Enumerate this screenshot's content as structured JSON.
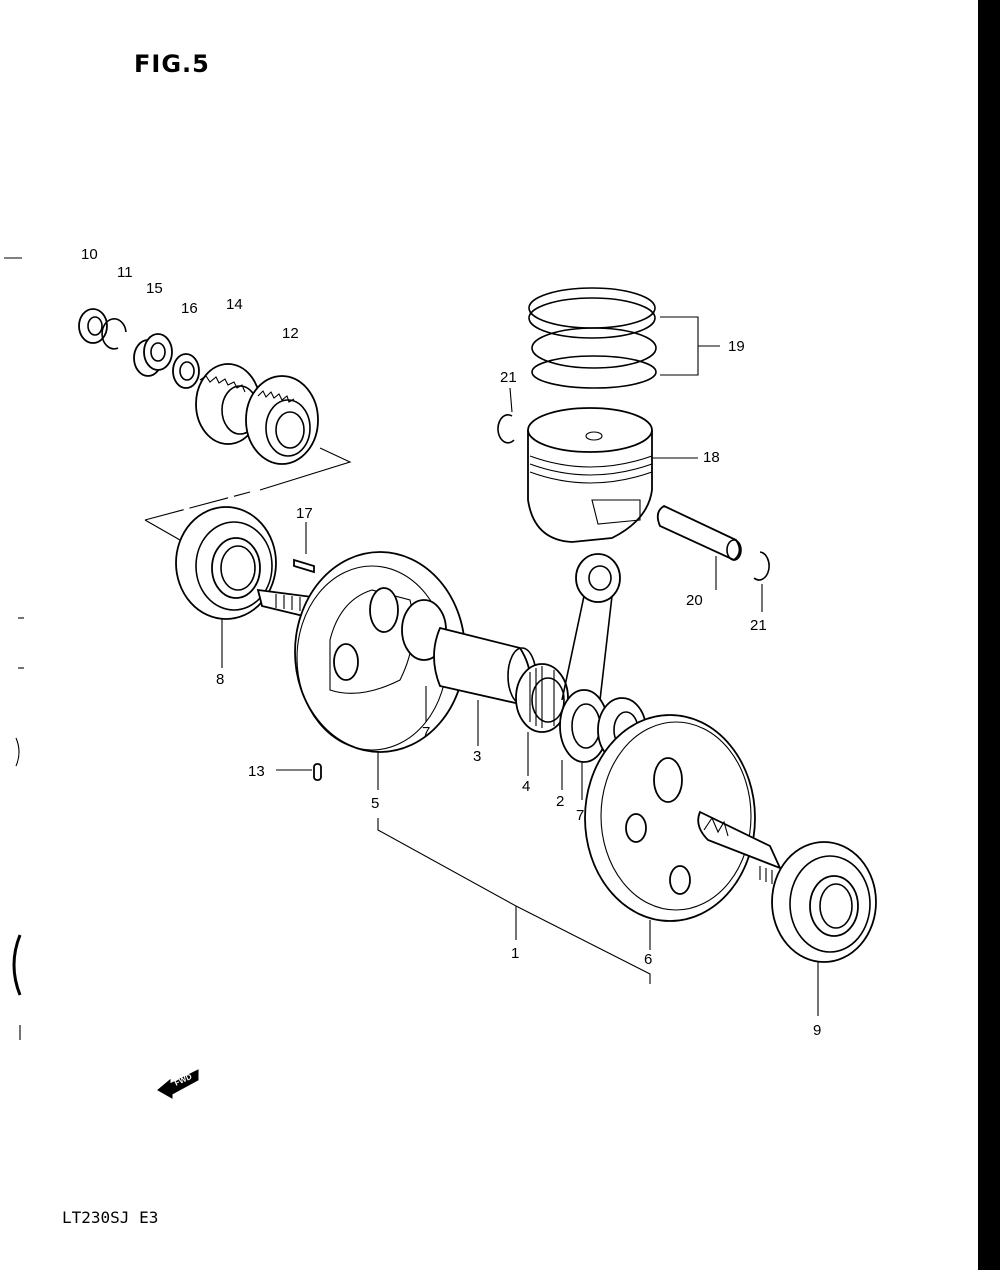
{
  "figure_title": "FIG.5",
  "model_code": "LT230SJ E3",
  "fwd_label": "FWD",
  "callouts": [
    "10",
    "11",
    "15",
    "16",
    "14",
    "12",
    "19",
    "21",
    "18",
    "17",
    "8",
    "20",
    "21",
    "7",
    "3",
    "4",
    "2",
    "7",
    "13",
    "5",
    "1",
    "6",
    "9"
  ]
}
